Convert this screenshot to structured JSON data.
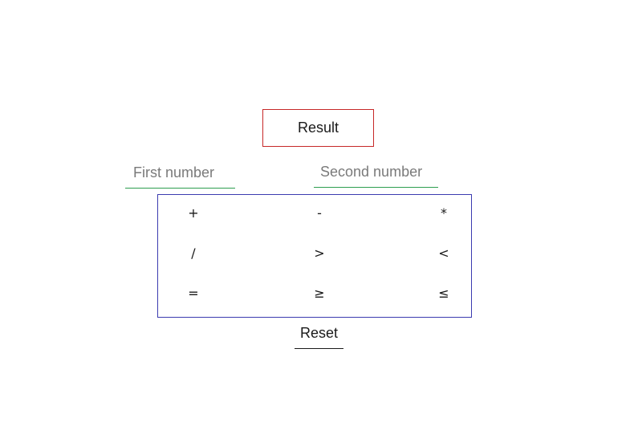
{
  "result": {
    "label": "Result"
  },
  "inputs": {
    "first_placeholder": "First number",
    "first_value": "",
    "second_placeholder": "Second number",
    "second_value": ""
  },
  "operators": [
    [
      "+",
      "-",
      "*"
    ],
    [
      "/",
      ">",
      "<"
    ],
    [
      "=",
      "≥",
      "≤"
    ]
  ],
  "reset": {
    "label": "Reset"
  },
  "colors": {
    "result_border": "#c62828",
    "input_underline": "#2e9e4f",
    "panel_border": "#3b3bb0",
    "text": "#1a1a1a",
    "placeholder": "#7a7a7a"
  }
}
